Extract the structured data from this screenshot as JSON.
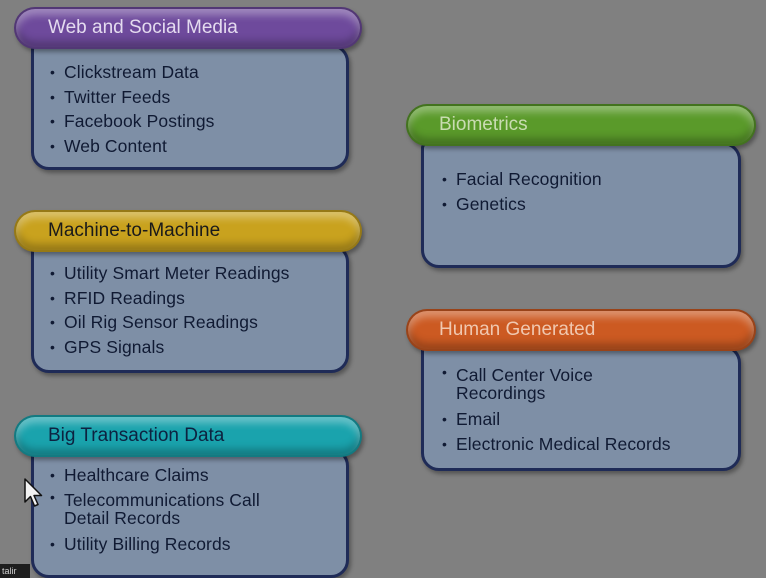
{
  "groups": [
    {
      "title": "Web and Social Media",
      "color": "#6e4a9c",
      "title_color": "#e4dbef",
      "items": [
        "Clickstream Data",
        "Twitter Feeds",
        "Facebook Postings",
        "Web Content"
      ]
    },
    {
      "title": "Machine-to-Machine",
      "color": "#c9a21e",
      "title_color": "#1a1a1a",
      "items": [
        "Utility Smart Meter Readings",
        "RFID Readings",
        "Oil Rig Sensor Readings",
        "GPS Signals"
      ]
    },
    {
      "title": "Big Transaction Data",
      "color": "#1aa3ad",
      "title_color": "#0d2240",
      "items": [
        "Healthcare Claims",
        "Telecommunications Call Detail Records",
        "Utility Billing Records"
      ]
    },
    {
      "title": "Biometrics",
      "color": "#5a9a2a",
      "title_color": "#c9dcb2",
      "items": [
        "Facial Recognition",
        "Genetics"
      ]
    },
    {
      "title": "Human Generated",
      "color": "#cc5a22",
      "title_color": "#f0c8b0",
      "items": [
        "Call Center Voice Recordings",
        "Email",
        "Electronic Medical Records"
      ]
    }
  ],
  "corner_label": "talir",
  "icons": {
    "cursor": "mouse-pointer-icon"
  }
}
